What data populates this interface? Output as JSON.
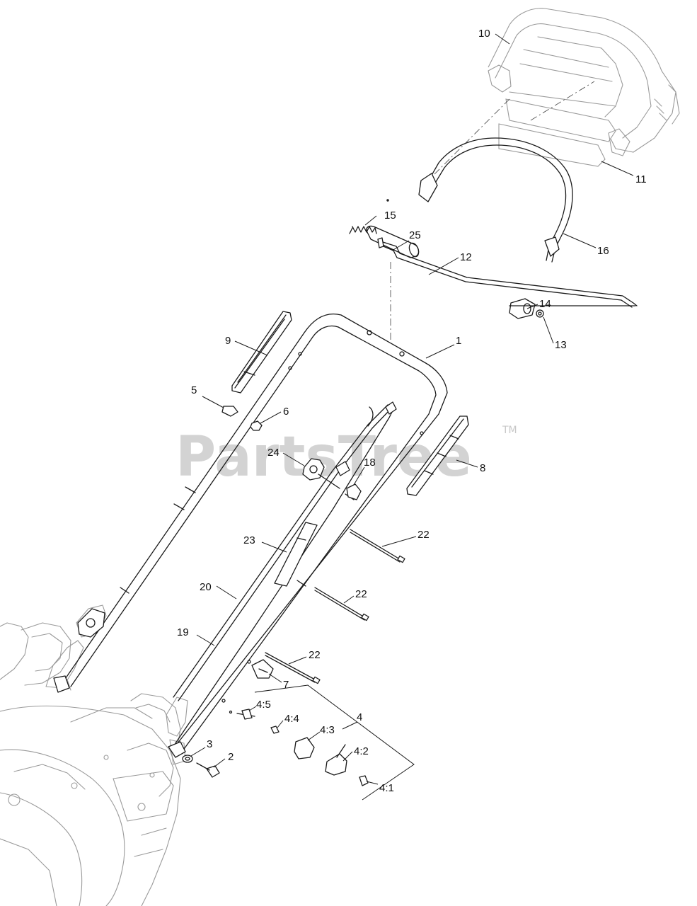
{
  "watermark": {
    "text": "PartsTree",
    "trademark": "TM"
  },
  "callouts": [
    {
      "label": "1"
    },
    {
      "label": "2"
    },
    {
      "label": "3"
    },
    {
      "label": "4"
    },
    {
      "label": "4:1"
    },
    {
      "label": "4:2"
    },
    {
      "label": "4:3"
    },
    {
      "label": "4:4"
    },
    {
      "label": "4:5"
    },
    {
      "label": "5"
    },
    {
      "label": "6"
    },
    {
      "label": "7"
    },
    {
      "label": "8"
    },
    {
      "label": "9"
    },
    {
      "label": "10"
    },
    {
      "label": "11"
    },
    {
      "label": "12"
    },
    {
      "label": "13"
    },
    {
      "label": "14"
    },
    {
      "label": "15"
    },
    {
      "label": "16"
    },
    {
      "label": "18"
    },
    {
      "label": "19"
    },
    {
      "label": "20"
    },
    {
      "label": "22"
    },
    {
      "label": "22"
    },
    {
      "label": "22"
    },
    {
      "label": "23"
    },
    {
      "label": "24"
    },
    {
      "label": "25"
    }
  ]
}
